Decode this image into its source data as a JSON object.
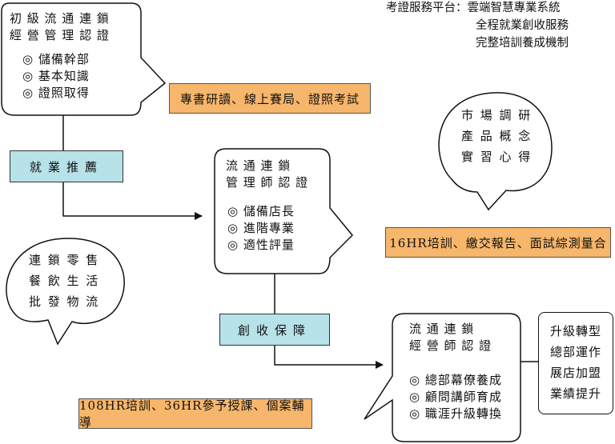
{
  "platform": {
    "label": "考證服務平台：",
    "lines": [
      "雲端智慧專業系統",
      "全程就業創收服務",
      "完整培訓養成機制"
    ]
  },
  "primary_cert": {
    "title": [
      "初 級 流 通 連 鎖",
      "經 營 管 理 認 證"
    ],
    "items": [
      "◎  儲備幹部",
      "◎  基本知識",
      "◎  證照取得"
    ]
  },
  "manager_cert": {
    "title": [
      "流 通 連 鎖",
      "管 理 師 認 證"
    ],
    "items": [
      "◎  儲備店長",
      "◎  進階專業",
      "◎  適性評量"
    ]
  },
  "operator_cert": {
    "title": [
      "流 通 連 鎖",
      "經 營 師 認 證"
    ],
    "items": [
      "◎  總部幕僚養成",
      "◎  顧問講師育成",
      "◎  職涯升級轉換"
    ]
  },
  "industries_bubble": {
    "lines": [
      "連 鎖 零 售",
      "餐 飲 生 活",
      "批 發 物 流"
    ]
  },
  "research_bubble": {
    "lines": [
      "市 場 調 研",
      "產 品 概 念",
      "實 習 心 得"
    ]
  },
  "stage_labels": {
    "employment": "就業推薦",
    "income": "創收保障"
  },
  "requirements": {
    "primary": "專書研讀、線上賽局、證照考試",
    "manager": "16HR培訓、繳交報告、面試綜測量合",
    "operator": "108HR培訓、36HR參予授課、個案輔導"
  },
  "outcomes": [
    "升級轉型",
    "總部運作",
    "展店加盟",
    "業績提升"
  ],
  "colors": {
    "orange": "#f6b66b",
    "blue": "#b6e2e8",
    "stroke": "#111111"
  }
}
